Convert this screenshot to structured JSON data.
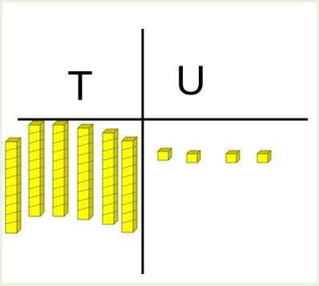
{
  "columns": [
    {
      "label": "T",
      "count": 6
    },
    {
      "label": "U",
      "count": 4
    }
  ],
  "colors": {
    "block_fill": "#ffff00",
    "block_stroke": "#6b6b00",
    "block_shade": "#c8c800",
    "line": "#000000",
    "background": "#e9f2e1",
    "panel": "#ffffff"
  }
}
